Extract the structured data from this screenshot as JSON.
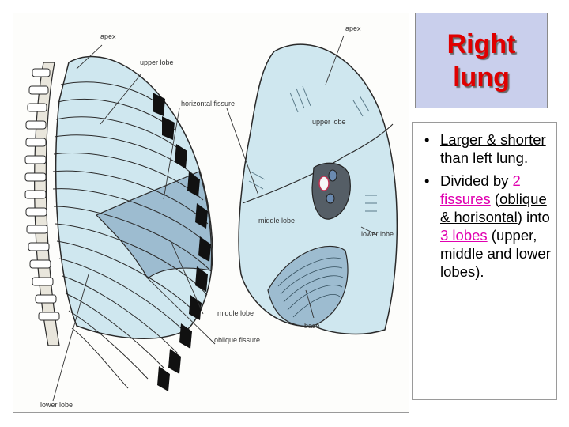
{
  "slide": {
    "title": "Right\nlung"
  },
  "figure": {
    "labels": {
      "apex_left": "apex",
      "upper_lobe_left": "upper lobe",
      "horizontal_fissure": "horizontal fissure",
      "middle_lobe_left": "middle lobe",
      "oblique_fissure": "oblique fissure",
      "lower_lobe_left": "lower lobe",
      "apex_right": "apex",
      "upper_lobe_right": "upper lobe",
      "middle_lobe_right": "middle lobe",
      "lower_lobe_right": "lower lobe",
      "base": "base"
    },
    "colors": {
      "lung_fill": "#cfe7ef",
      "middle_lobe_fill": "#9dbcd0",
      "outline": "#2a2a2a"
    }
  },
  "bullets": [
    {
      "bullet": "•",
      "underlined": "Larger & shorter ",
      "rest": "than left lung."
    },
    {
      "bullet": "•",
      "intro": "Divided by ",
      "link1": "2 fissures",
      "open_paren": " (",
      "underlined": "oblique & horisontal",
      "close_into": ") into ",
      "link2": "3 lobes",
      "rest": " (upper, middle and lower lobes)."
    }
  ]
}
